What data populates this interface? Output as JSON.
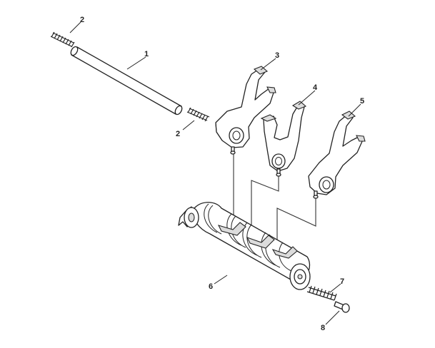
{
  "callouts": [
    {
      "id": "c2a",
      "label": "2"
    },
    {
      "id": "c1",
      "label": "1"
    },
    {
      "id": "c3",
      "label": "3"
    },
    {
      "id": "c4",
      "label": "4"
    },
    {
      "id": "c5",
      "label": "5"
    },
    {
      "id": "c2b",
      "label": "2"
    },
    {
      "id": "c6",
      "label": "6"
    },
    {
      "id": "c7",
      "label": "7"
    },
    {
      "id": "c8",
      "label": "8"
    }
  ]
}
